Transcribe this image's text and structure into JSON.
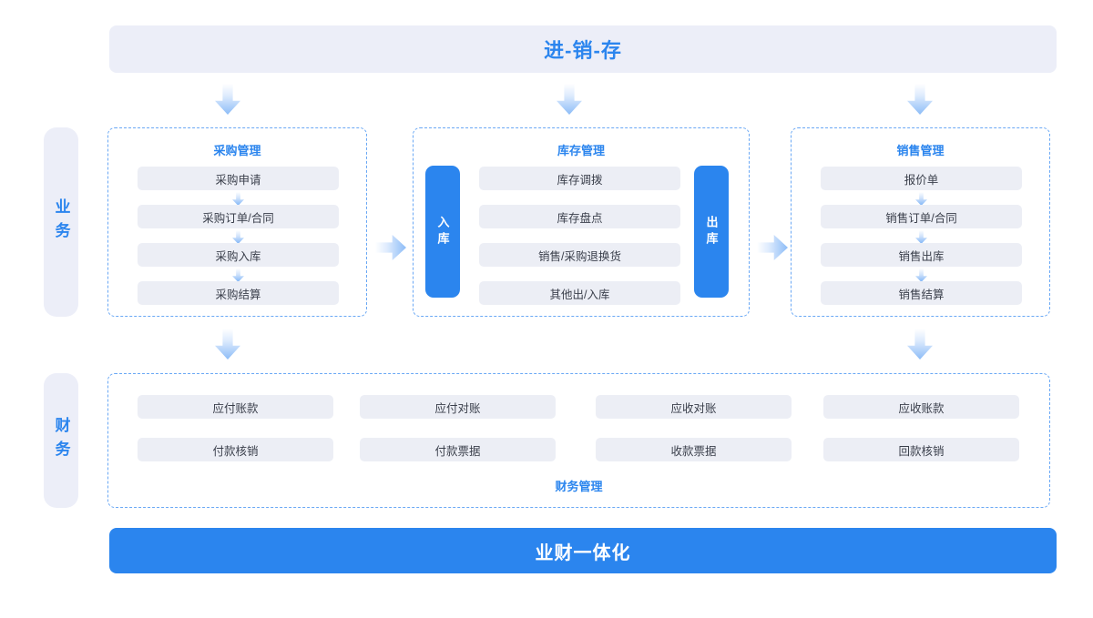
{
  "header": {
    "title": "进-销-存"
  },
  "footer": {
    "title": "业财一体化"
  },
  "rails": {
    "business": "业务",
    "finance": "财务"
  },
  "panels": {
    "purchase": {
      "title": "采购管理",
      "items": [
        "采购申请",
        "采购订单/合同",
        "采购入库",
        "采购结算"
      ]
    },
    "inventory": {
      "title": "库存管理",
      "in_label": "入库",
      "out_label": "出库",
      "items": [
        "库存调拨",
        "库存盘点",
        "销售/采购退换货",
        "其他出/入库"
      ]
    },
    "sales": {
      "title": "销售管理",
      "items": [
        "报价单",
        "销售订单/合同",
        "销售出库",
        "销售结算"
      ]
    },
    "finance": {
      "title": "财务管理",
      "row1": [
        "应付账款",
        "应付对账",
        "应收对账",
        "应收账款"
      ],
      "row2": [
        "付款核销",
        "付款票据",
        "收款票据",
        "回款核销"
      ]
    }
  },
  "colors": {
    "accent": "#2b85ee",
    "banner_bg": "#eceef8",
    "chip_bg": "#eceef5",
    "dashed_border": "#6aa8f5",
    "text": "#3a3f4b"
  }
}
